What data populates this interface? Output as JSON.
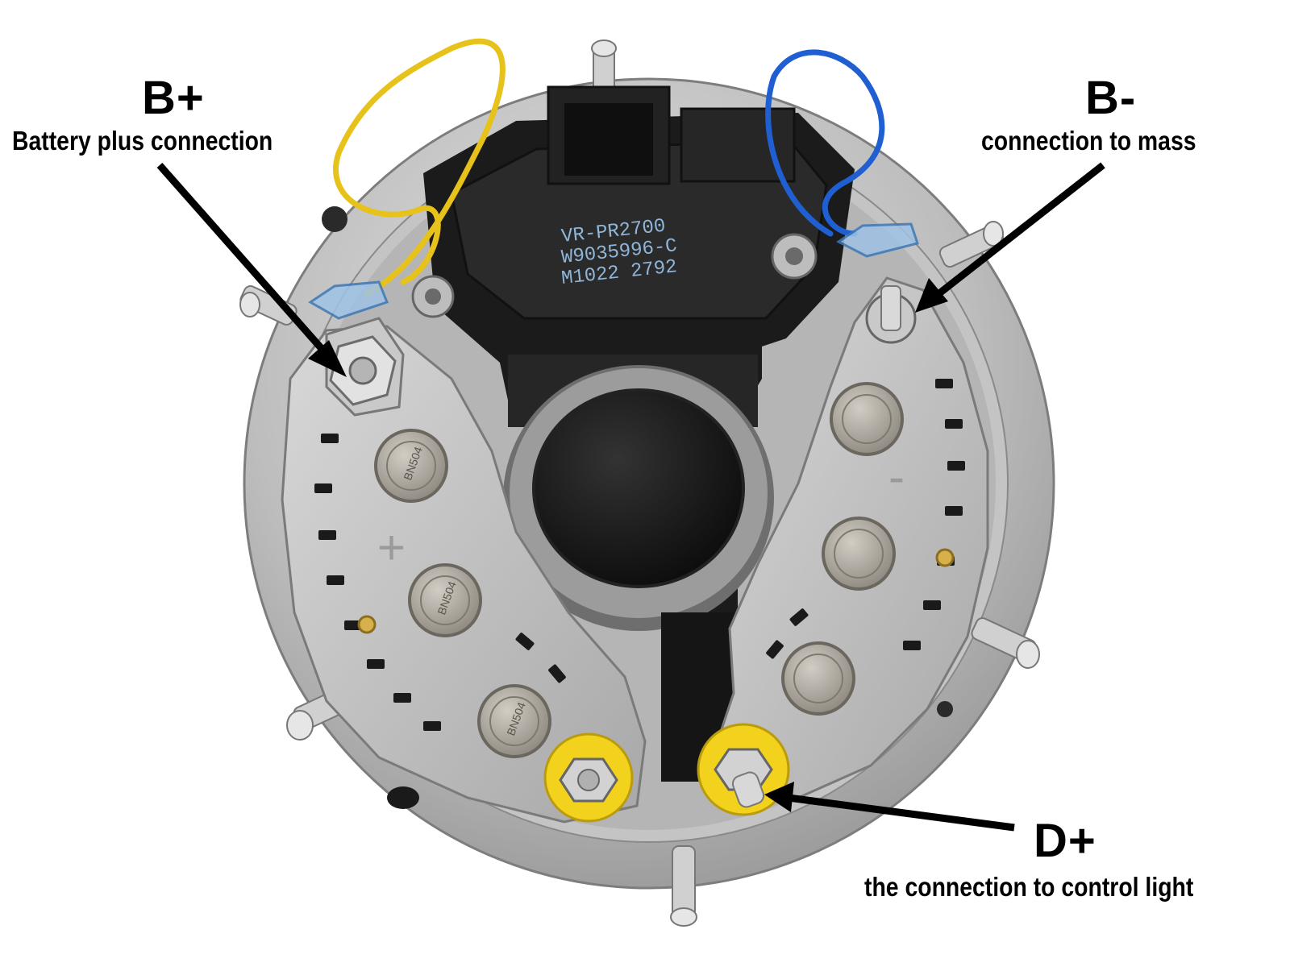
{
  "annotations": [
    {
      "id": "b-plus",
      "terminal": "B+",
      "description": "Battery plus connection"
    },
    {
      "id": "b-minus",
      "terminal": "B-",
      "description": "connection to mass"
    },
    {
      "id": "d-plus",
      "terminal": "D+",
      "description": "the connection to control light"
    }
  ],
  "regulator": {
    "line1": "VR-PR2700",
    "line2": "W9035996-C",
    "line3": "M1022 2792"
  },
  "diode_codes": {
    "left": [
      "BN504",
      "BN504",
      "BN504"
    ],
    "right": [
      "",
      "",
      ""
    ]
  },
  "plate_marks": {
    "left": "+",
    "right": "-"
  },
  "wire_colors": {
    "left": "#e7c21a",
    "right": "#1f5fd1"
  },
  "insulator_color": "#f2d21c"
}
